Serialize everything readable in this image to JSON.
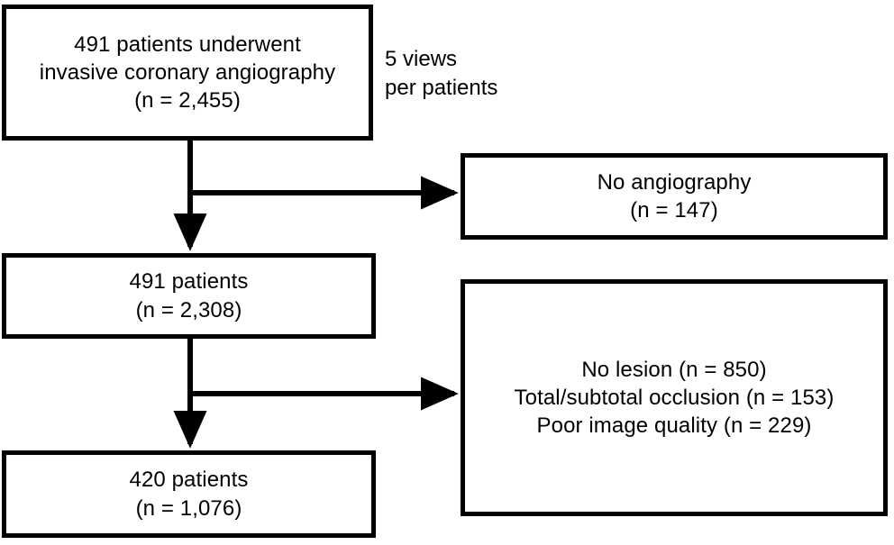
{
  "figure": {
    "type": "flowchart",
    "orientation": "top-to-bottom with right-side exclusion branches",
    "background_color": "#ffffff",
    "stroke_color": "#000000"
  },
  "boxes": {
    "enrolled": {
      "line1": "491 patients underwent",
      "line2": "invasive coronary angiography",
      "line3": "(n = 2,455)"
    },
    "eligible": {
      "line1": "491 patients",
      "line2": "(n = 2,308)"
    },
    "final": {
      "line1": "420 patients",
      "line2": "(n = 1,076)"
    },
    "no_angiography": {
      "line1": "No angiography",
      "line2": "(n = 147)"
    },
    "excluded": {
      "line1": "No lesion (n = 850)",
      "line2": "Total/subtotal occlusion (n = 153)",
      "line3": "Poor image quality (n = 229)"
    }
  },
  "annotations": {
    "views_note": {
      "line1": "5 views",
      "line2": "per patients"
    }
  },
  "connectors": [
    {
      "name": "enrolled-to-eligible",
      "from": "enrolled",
      "to": "eligible",
      "direction": "down"
    },
    {
      "name": "branch-to-no-angiography",
      "from": "enrolled-to-eligible-trunk",
      "to": "no_angiography",
      "direction": "right"
    },
    {
      "name": "eligible-to-final",
      "from": "eligible",
      "to": "final",
      "direction": "down"
    },
    {
      "name": "branch-to-excluded",
      "from": "eligible-to-final-trunk",
      "to": "excluded",
      "direction": "right"
    }
  ]
}
